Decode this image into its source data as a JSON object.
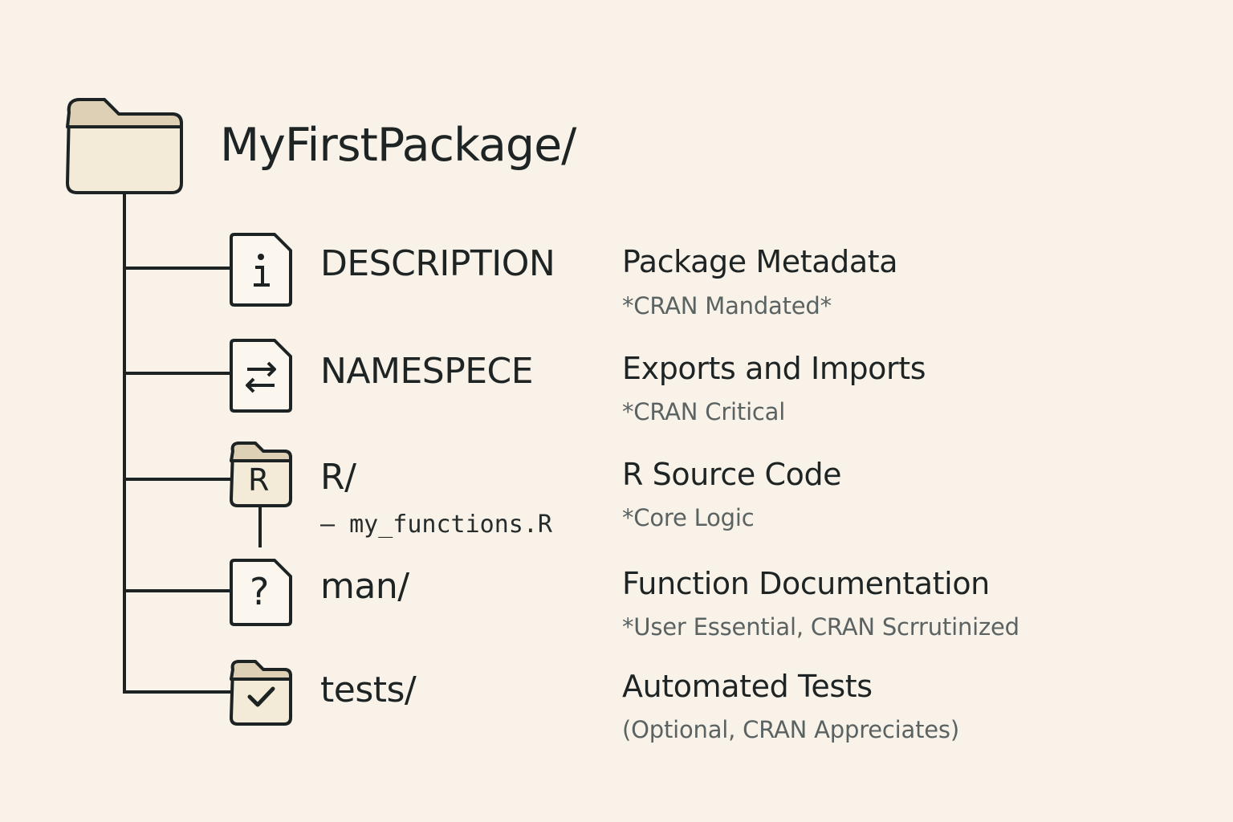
{
  "root": {
    "title": "MyFirstPackage/",
    "icon": "folder-icon"
  },
  "items": [
    {
      "name": "DESCRIPTION",
      "icon": "info-icon",
      "description": "Package Metadata",
      "note": "*CRAN Mandated*"
    },
    {
      "name": "NAMESPECE",
      "icon": "exchange-arrows-icon",
      "description": "Exports and Imports",
      "note": "*CRAN Critical"
    },
    {
      "name": "R/",
      "icon": "r-folder-icon",
      "child": "— my_functions.R",
      "description": "R Source Code",
      "note": "*Core Logic"
    },
    {
      "name": "man/",
      "icon": "question-icon",
      "description": "Function Documentation",
      "note": "*User Essential, CRAN Scrrutinized"
    },
    {
      "name": "tests/",
      "icon": "checkmark-folder-icon",
      "description": "Automated Tests",
      "note": "(Optional, CRAN Appreciates)"
    }
  ],
  "colors": {
    "background": "#f8f2e8",
    "line": "#1d2323",
    "folder_fill": "#f3ead8",
    "folder_tab": "#ddd0b4",
    "file_fill": "#fbf7ef",
    "note_text": "#5a6262"
  }
}
